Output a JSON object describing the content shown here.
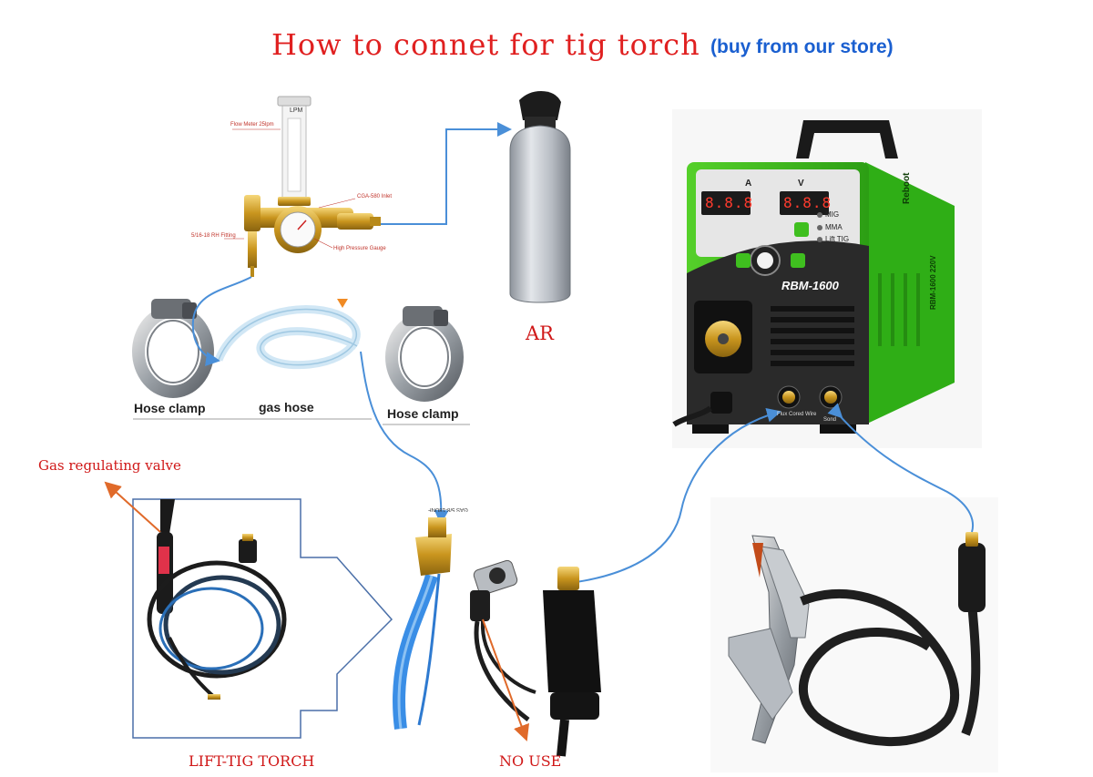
{
  "title": {
    "main": "How to connet for tig torch",
    "link": "(buy from our store)"
  },
  "labels": {
    "ar": "AR",
    "hose_clamp_left": "Hose clamp",
    "gas_hose": "gas hose",
    "hose_clamp_right": "Hose clamp",
    "gas_regulating_valve": "Gas regulating valve",
    "lift_tig_torch": "LIFT-TIG TORCH",
    "no_use": "NO USE"
  },
  "regulator": {
    "lpm": "LPM",
    "flow_meter": "Flow Meter 25lpm",
    "cga": "CGA-580 Inlet",
    "fitting": "5/16-18 RH Fitting",
    "gauge": "High Pressure Gauge"
  },
  "welder": {
    "model": "RBM-1600",
    "side_model": "RBM-1600  220V",
    "brand": "Reboot",
    "display_a_label": "A",
    "display_v_label": "V",
    "display_a": "8.8.8",
    "display_v": "8.8.8",
    "modes": [
      "MIG",
      "MMA",
      "Lift TIG"
    ],
    "socket_left": "Flux Cored Wire",
    "socket_right": "Sond"
  },
  "connector": {
    "gas_label": "GAS 5/8-18UNF"
  },
  "colors": {
    "title_red": "#e02020",
    "link_blue": "#1a5fd0",
    "arrow_blue": "#4a8fd8",
    "arrow_orange": "#e06a2a",
    "welder_green": "#3fbf1f",
    "hose_blue": "#3a8ee6"
  }
}
